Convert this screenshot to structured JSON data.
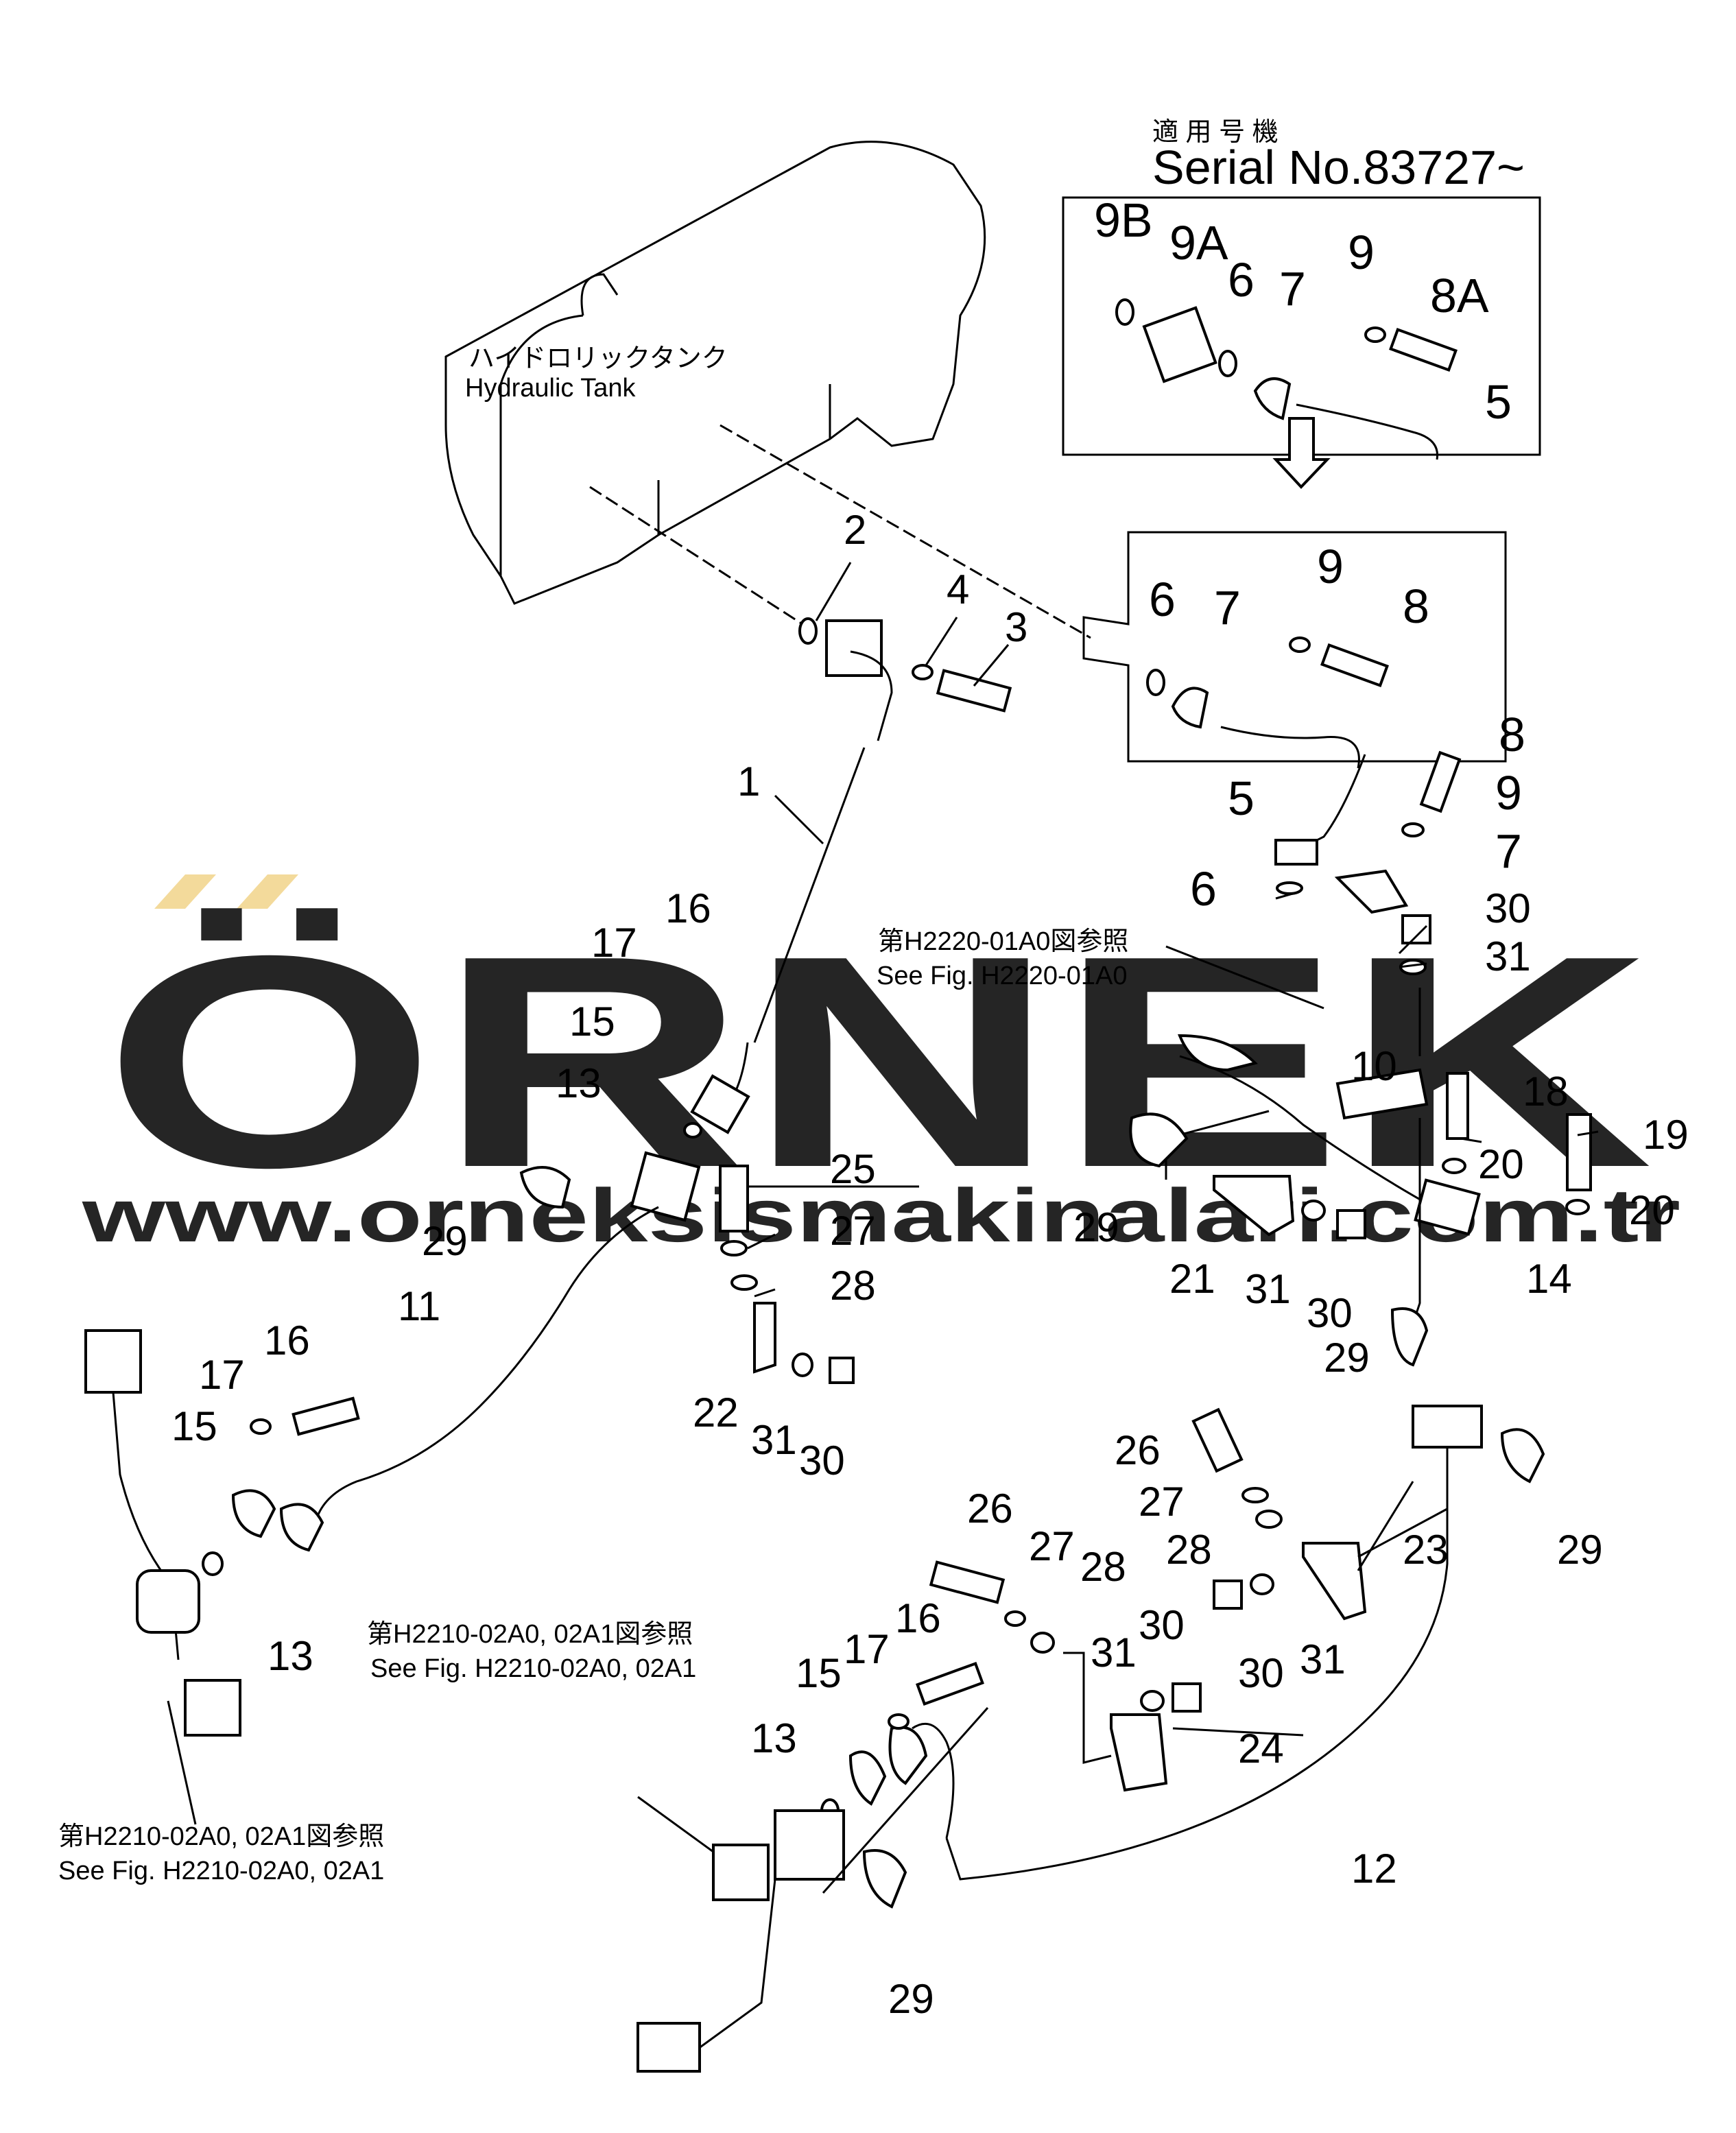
{
  "header": {
    "applicable_jp": "適 用 号 機",
    "serial": "Serial  No.83727~"
  },
  "tank": {
    "label_jp": "ハイドロリックタンク",
    "label_en": "Hydraulic  Tank"
  },
  "references": {
    "fig_h2220_jp": "第H2220-01A0図参照",
    "fig_h2220_en": "See Fig. H2220-01A0",
    "fig_h2210_top_jp": "第H2210-02A0, 02A1図参照",
    "fig_h2210_top_en": "See Fig. H2210-02A0, 02A1",
    "fig_h2210_left_jp": "第H2210-02A0, 02A1図参照",
    "fig_h2210_left_en": "See Fig. H2210-02A0, 02A1"
  },
  "watermark": {
    "brand": "ÖRNEK",
    "url": "www.orneksismakinalari.com.tr",
    "color": "#d9d9dc",
    "accent": "#f2d48a"
  },
  "callouts": {
    "top_box": [
      "9B",
      "9A",
      "6",
      "7",
      "9",
      "8A",
      "5"
    ],
    "mid_box": [
      "6",
      "7",
      "9",
      "8",
      "5"
    ],
    "c1": "1",
    "c2": "2",
    "c3": "3",
    "c4": "4",
    "c8": "8",
    "c9": "9",
    "c7": "7",
    "c6": "6",
    "c30a": "30",
    "c31a": "31",
    "c16a": "16",
    "c17a": "17",
    "c15a": "15",
    "c13a": "13",
    "c25": "25",
    "c27a": "27",
    "c28a": "28",
    "c29a": "29",
    "c11": "11",
    "c10": "10",
    "c18": "18",
    "c19": "19",
    "c20a": "20",
    "c20b": "20",
    "c29b": "29",
    "c21": "21",
    "c31b": "31",
    "c30b": "30",
    "c14": "14",
    "c22": "22",
    "c31c": "31",
    "c30c": "30",
    "c16b": "16",
    "c17b": "17",
    "c15b": "15",
    "c13b": "13",
    "c29c": "29",
    "c26a": "26",
    "c27b": "27",
    "c28b": "28",
    "c23": "23",
    "c29d": "29",
    "c30d": "30",
    "c31d": "31",
    "c26b": "26",
    "c27c": "27",
    "c28c": "28",
    "c16c": "16",
    "c17c": "17",
    "c15c": "15",
    "c13c": "13",
    "c30e": "30",
    "c31e": "31",
    "c24": "24",
    "c12": "12",
    "c29e": "29"
  }
}
